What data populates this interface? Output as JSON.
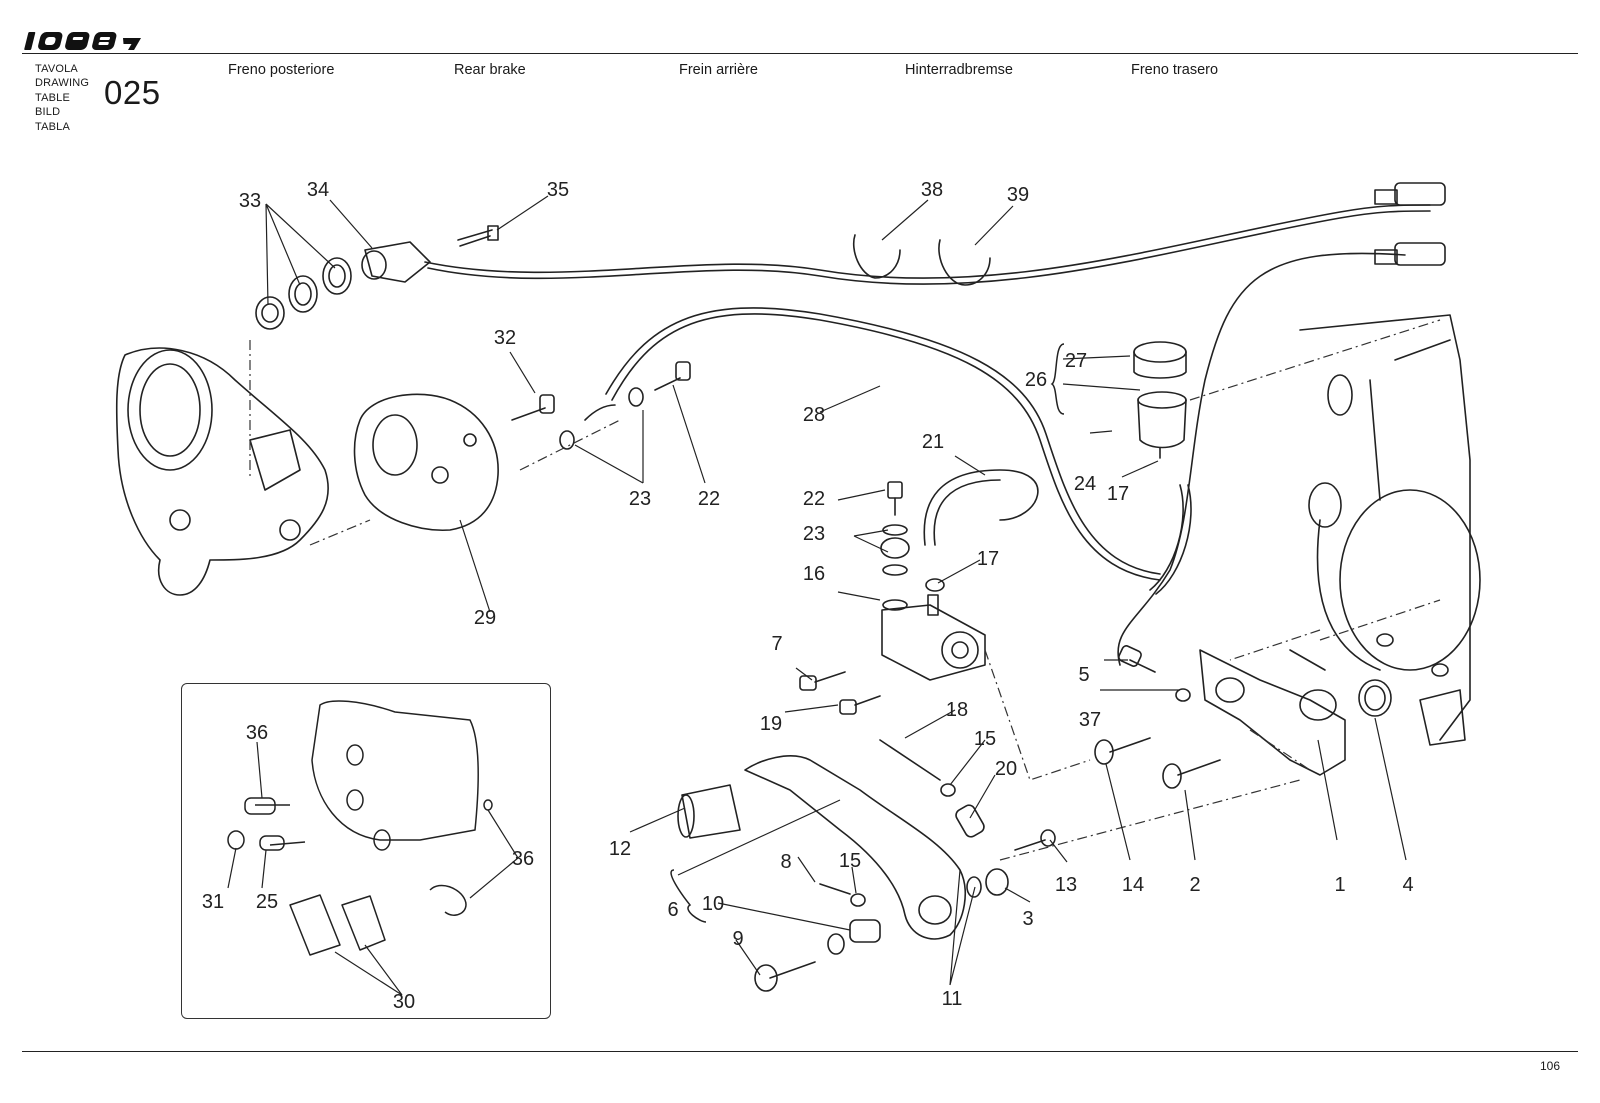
{
  "header": {
    "logo_text": "1098R",
    "drawing_labels": [
      "TAVOLA",
      "DRAWING",
      "TABLE",
      "BILD",
      "TABLA"
    ],
    "table_number": "025",
    "titles": {
      "it": "Freno posteriore",
      "en": "Rear brake",
      "fr": "Frein arrière",
      "de": "Hinterradbremse",
      "es": "Freno trasero"
    }
  },
  "footer": {
    "page_number": "106"
  },
  "callouts": [
    "1",
    "2",
    "3",
    "4",
    "5",
    "6",
    "7",
    "8",
    "9",
    "10",
    "11",
    "12",
    "13",
    "14",
    "15",
    "15",
    "16",
    "17",
    "17",
    "18",
    "19",
    "20",
    "21",
    "22",
    "22",
    "23",
    "23",
    "24",
    "25",
    "26",
    "27",
    "28",
    "29",
    "30",
    "31",
    "32",
    "33",
    "34",
    "35",
    "36",
    "36",
    "37",
    "38",
    "39"
  ]
}
